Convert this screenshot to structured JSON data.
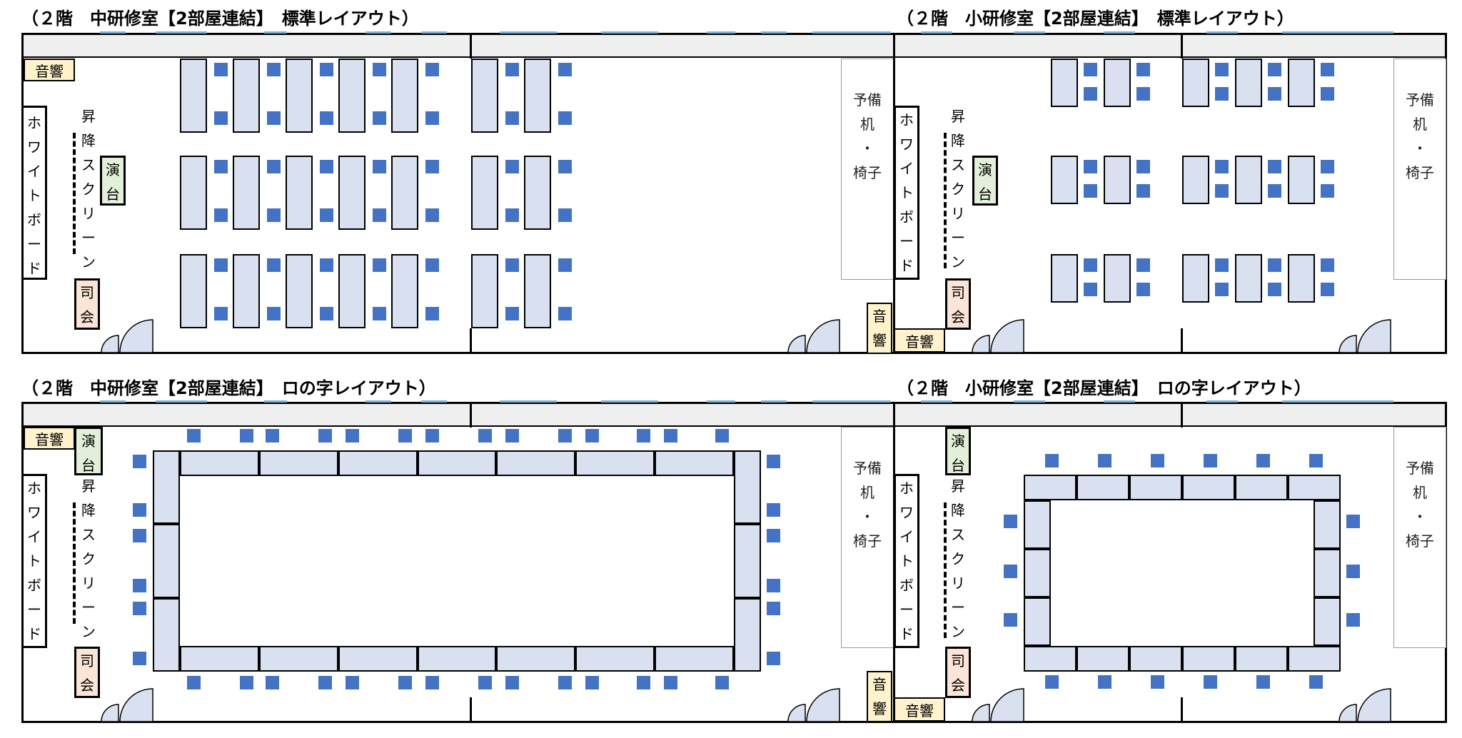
{
  "panels": [
    {
      "title": "（２階　中研修室【2部屋連結】　標準レイアウト）",
      "sound": "音響",
      "whiteboard": "ホ\nワ\nイ\nト\nボ\nー\nド",
      "screen": "昇\n降\nス\nク\nリ\nー\nン",
      "stage": "演\n台",
      "mc": "司\n会",
      "spare": "予備\n机\n・\n椅子",
      "sound_right": "音\n響"
    },
    {
      "title": "（２階　小研修室【2部屋連結】　標準レイアウト）",
      "sound": "音響",
      "whiteboard": "ホ\nワ\nイ\nト\nボ\nー\nド",
      "screen": "昇\n降\nス\nク\nリ\nー\nン",
      "stage": "演\n台",
      "mc": "司\n会",
      "spare": "予備\n机\n・\n椅子"
    },
    {
      "title": "（２階　中研修室【2部屋連結】　ロの字レイアウト）",
      "sound": "音響",
      "whiteboard": "ホ\nワ\nイ\nト\nボ\nー\nド",
      "screen": "昇\n降\nス\nク\nリ\nー\nン",
      "stage": "演\n台",
      "mc": "司\n会",
      "spare": "予備\n机\n・\n椅子",
      "sound_right": "音\n響"
    },
    {
      "title": "（２階　小研修室【2部屋連結】　ロの字レイアウト）",
      "sound": "音響",
      "whiteboard": "ホ\nワ\nイ\nト\nボ\nー\nド",
      "screen": "昇\n降\nス\nク\nリ\nー\nン",
      "stage": "演\n台",
      "mc": "司\n会",
      "spare": "予備\n机\n・\n椅子"
    }
  ],
  "colors": {
    "desk": "#d9e1f0",
    "chair": "#4472c4",
    "stage": "#e2efd9",
    "mc": "#fbe5d6",
    "sound": "#fff2cc",
    "window": "#7fb3d5"
  }
}
